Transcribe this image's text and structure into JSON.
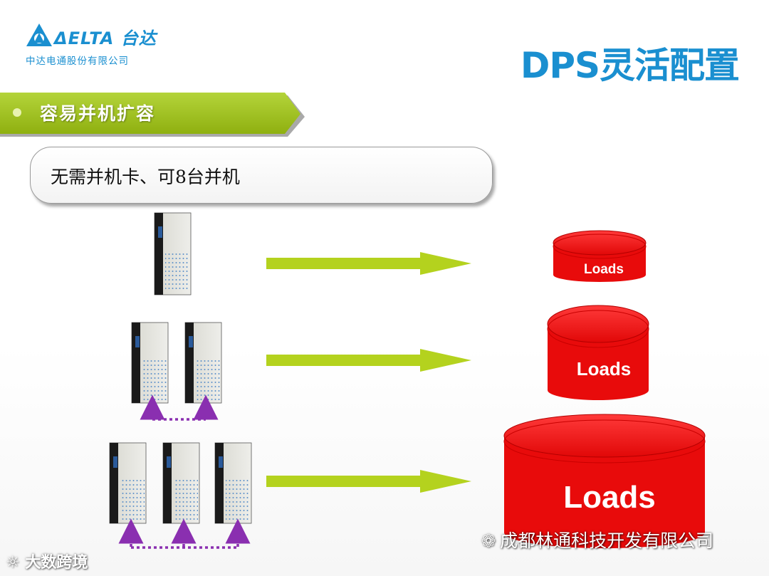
{
  "header": {
    "logo_word": "ΔELTA 台达",
    "logo_sub": "中达电通股份有限公司",
    "title": "DPS灵活配置"
  },
  "banner": {
    "text": "容易并机扩容"
  },
  "callout": {
    "text": "无需并机卡、可8台并机"
  },
  "rows": [
    {
      "units": 1,
      "load_label": "Loads"
    },
    {
      "units": 2,
      "load_label": "Loads"
    },
    {
      "units": 3,
      "load_label": "Loads"
    }
  ],
  "watermarks": {
    "left": "大数跨境",
    "right": "成都林通科技开发有限公司"
  },
  "colors": {
    "brand_blue": "#1a8fd0",
    "banner_green": "#9cbf1c",
    "arrow_green": "#b4d21e",
    "load_red": "#ee0d0d",
    "link_purple": "#8a2fb0"
  },
  "icons": {
    "logo": "delta-triangle-icon",
    "ups": "ups-cabinet-icon",
    "arrow": "right-arrow-icon",
    "load": "load-cylinder-icon",
    "wechat": "wechat-icon"
  }
}
